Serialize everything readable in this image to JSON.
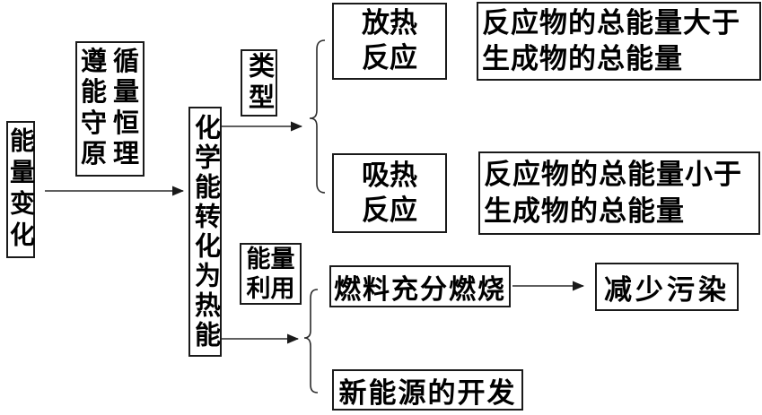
{
  "canvas": {
    "background": "#ffffff",
    "ink": "#000000"
  },
  "nodes": {
    "energy_change": "能量变化",
    "principle_rows": [
      "遵循",
      "能量",
      "守恒",
      "原理"
    ],
    "central": "化学能转化为热能",
    "type_label": "类型",
    "exothermic": "放热\n反应",
    "exothermic_desc": "反应物的总能量大于\n生成物的总能量",
    "endothermic": "吸热\n反应",
    "endothermic_desc": "反应物的总能量小于\n生成物的总能量",
    "energy_use_label": "能量\n利用",
    "fuel": "燃料充分燃烧",
    "pollution": "减少污染",
    "new_energy": "新能源的开发"
  }
}
